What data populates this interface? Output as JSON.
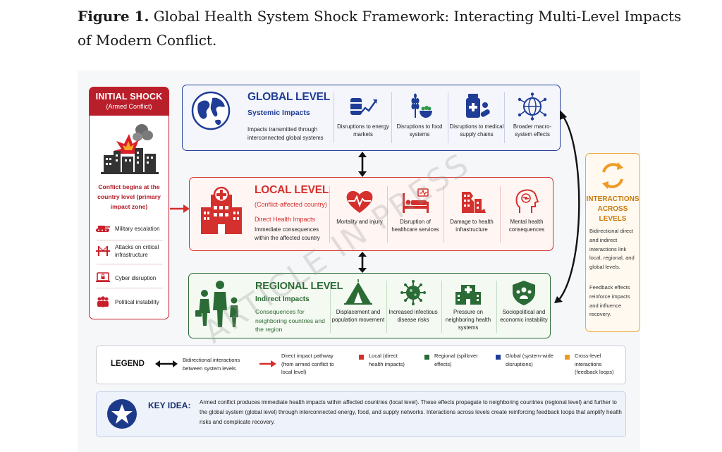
{
  "caption": {
    "bold": "Figure 1.",
    "text": " Global Health System Shock Framework: Interacting Multi-Level Impacts of Modern Conflict."
  },
  "shock": {
    "title": "INITIAL SHOCK",
    "subtitle": "(Armed Conflict)",
    "description": "Conflict begins at the country level (primary impact zone)",
    "items": [
      {
        "label": "Military escalation",
        "icon": "tank-icon"
      },
      {
        "label": "Attacks on critical infrastructure",
        "icon": "bridge-icon"
      },
      {
        "label": "Cyber disruption",
        "icon": "laptop-lock-icon"
      },
      {
        "label": "Political instability",
        "icon": "people-group-icon"
      }
    ]
  },
  "global": {
    "title": "GLOBAL LEVEL",
    "subtitle": "Systemic Impacts",
    "description": "Impacts transmitted through interconnected global systems",
    "items": [
      {
        "label": "Disruptions to energy markets",
        "icon": "oil-barrel-chart-icon"
      },
      {
        "label": "Disruptions to food systems",
        "icon": "wheat-bowl-icon"
      },
      {
        "label": "Disruptions to medical supply chains",
        "icon": "medicine-bottle-icon"
      },
      {
        "label": "Broader macro-system effects",
        "icon": "network-globe-icon"
      }
    ]
  },
  "local": {
    "title": "LOCAL LEVEL",
    "subtitle": "(Conflict-affected country)",
    "heading": "Direct Health Impacts",
    "description": "Immediate consequences within the affected country",
    "items": [
      {
        "label": "Mortality and injury",
        "icon": "heart-pulse-icon"
      },
      {
        "label": "Disruption of healthcare services",
        "icon": "hospital-bed-icon"
      },
      {
        "label": "Damage to health infrastructure",
        "icon": "damaged-building-icon"
      },
      {
        "label": "Mental health consequences",
        "icon": "head-brain-icon"
      }
    ]
  },
  "regional": {
    "title": "REGIONAL LEVEL",
    "subtitle": "Indirect Impacts",
    "description": "Consequences for neighboring countries and the region",
    "items": [
      {
        "label": "Displacement and population movement",
        "icon": "tent-icon"
      },
      {
        "label": "Increased infectious disease risks",
        "icon": "virus-icon"
      },
      {
        "label": "Pressure on neighboring health systems",
        "icon": "hospital-icon"
      },
      {
        "label": "Sociopolitical and economic instability",
        "icon": "shield-people-icon"
      }
    ]
  },
  "interactions": {
    "title": "INTERACTIONS ACROSS LEVELS",
    "text1": "Bidirectional direct and indirect interactions link local, regional, and global levels.",
    "text2": "Feedback effects reinforce impacts and influence recovery."
  },
  "legend": {
    "title": "LEGEND",
    "bidirectional": "Bidirectional interactions between system levels",
    "direct": "Direct impact pathway (from armed conflict to local level)",
    "local": "Local (direct health impacts)",
    "regional": "Regional (spillover effects)",
    "global": "Global (system-wide disruptions)",
    "cross": "Cross-level interactions (feedback loops)"
  },
  "key_idea": {
    "label": "KEY IDEA:",
    "text": "Armed conflict produces immediate health impacts within affected countries (local level). These effects propagate to neighboring countries (regional level) and further to the global system (global level) through interconnected energy, food, and supply networks. Interactions across levels create reinforcing feedback loops that amplify health risks and complicate recovery."
  },
  "watermark": "ARTICLE IN PRESS",
  "colors": {
    "global": "#2740a0",
    "local": "#d4302d",
    "regional": "#2b6b35",
    "cross": "#f0a437",
    "shock": "#b91f2a"
  }
}
